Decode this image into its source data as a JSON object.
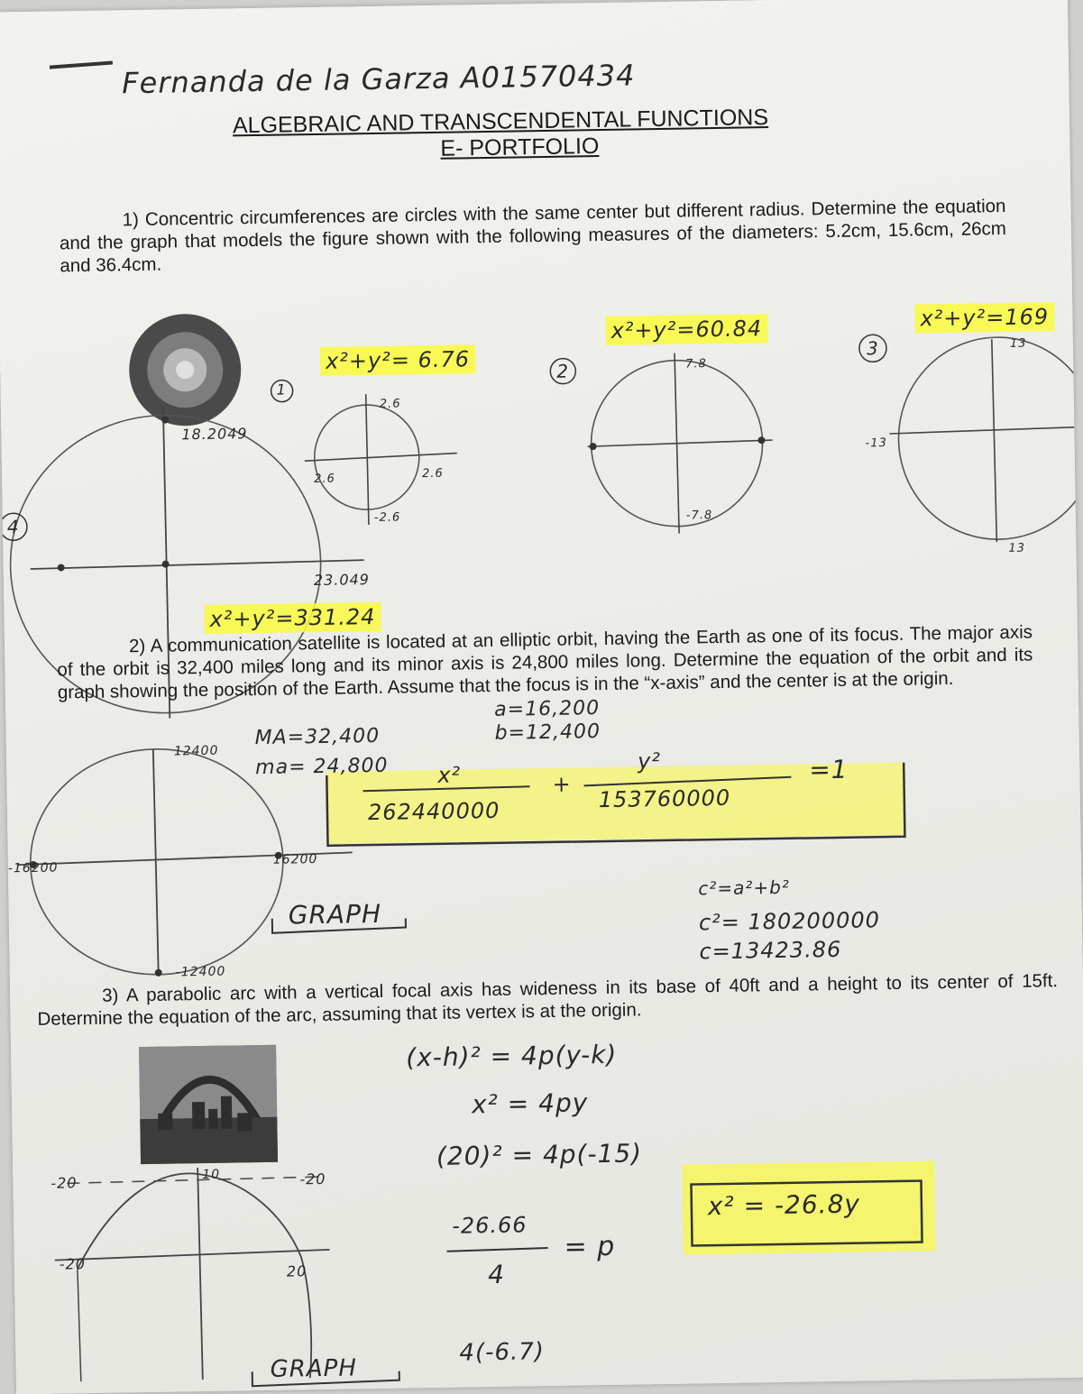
{
  "header": {
    "student": "Fernanda de la Garza A01570434",
    "title": "ALGEBRAIC AND TRANSCENDENTAL FUNCTIONS",
    "subtitle": "E- PORTFOLIO"
  },
  "q1": {
    "text": "1) Concentric circumferences are circles with the same center but different radius. Determine the equation and the graph that models the figure shown with the following measures of the diameters: 5.2cm, 15.6cm, 26cm and 36.4cm.",
    "eq1": "x²+y²= 6.76",
    "eq2": "x²+y²=60.84",
    "eq3": "x²+y²=169",
    "eq4": "x²+y²=331.24",
    "n1": "1",
    "n2": "2",
    "n3": "3",
    "n4": "4",
    "c1_top": "2.6",
    "c1_left": "2.6",
    "c1_right": "2.6",
    "c1_bottom": "-2.6",
    "c2_top": "7.8",
    "c2_bottom": "-7.8",
    "c3_top": "13",
    "c3_left": "-13",
    "c3_bottom": "13",
    "c4_label": "18.2049",
    "c4_right": "23.049"
  },
  "q2": {
    "text": "2) A communication satellite is located at an elliptic orbit, having the Earth as one of its focus. The major axis of the orbit is 32,400 miles long and its minor axis is 24,800 miles long. Determine the equation of the orbit and its graph showing the position of the Earth. Assume that the focus is in the “x-axis” and the center is at the origin.",
    "a": "a=16,200",
    "b": "b=12,400",
    "MA": "MA=32,400",
    "ma": "ma= 24,800",
    "num_x": "x²",
    "num_y": "y²",
    "den_x": "262440000",
    "den_y": "153760000",
    "plus": "+",
    "equals": "=1",
    "c_formula": "c²=a²+b²",
    "c_sq": "c²= 180200000",
    "c_val": "c=13423.86",
    "graph_label": "GRAPH",
    "top_label": "12400",
    "bottom_label": "-12400",
    "left_label": "-16200",
    "right_label": "16200"
  },
  "q3": {
    "text": "3) A parabolic arc with a vertical focal axis has wideness in its base of 40ft and a height to its center of 15ft. Determine the equation of the arc, assuming that its vertex is at the origin.",
    "step1": "(x-h)² = 4p(y-k)",
    "step2": "x² = 4py",
    "step3": "(20)² = 4p(-15)",
    "step4_num": "-26.66",
    "step4_den": "4",
    "step4_eq": "= p",
    "step5": "4(-6.7)",
    "answer": "x² = -26.8y",
    "graph_label": "GRAPH",
    "p_left": "-20",
    "p_right": "20",
    "p_tl": "-20",
    "p_tr": "-20",
    "p_top": "10"
  }
}
